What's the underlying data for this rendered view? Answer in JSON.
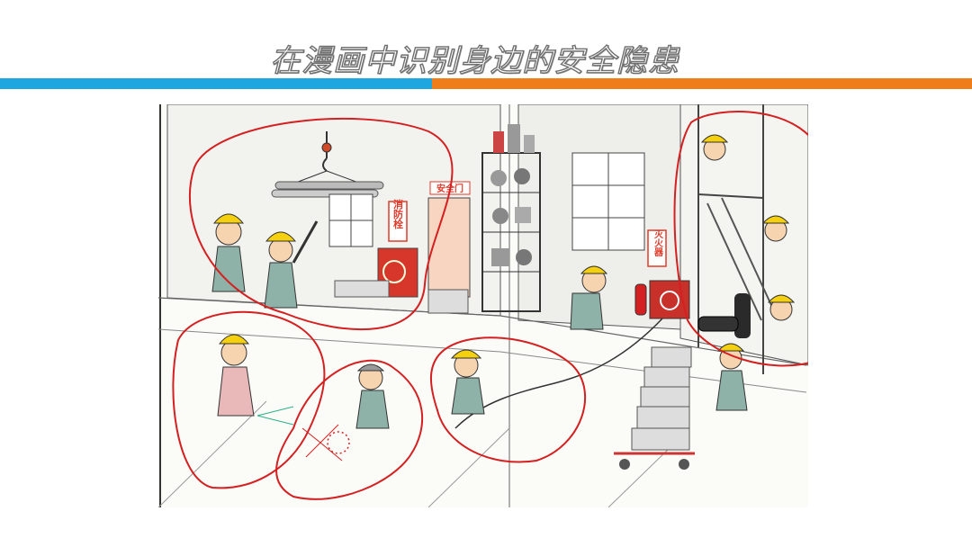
{
  "slide": {
    "title": "在漫画中识别身边的安全隐患"
  },
  "colors": {
    "bar_left": "#1ea6e0",
    "bar_right": "#ef7d1a",
    "circle": "#d42020",
    "helmet": "#f5d00f",
    "sign_red": "#e03a2a"
  },
  "signs": {
    "hydrant": "消防栓",
    "safety_door": "安全门",
    "extinguisher": "灭火器"
  },
  "icons": [
    "crane-hook-icon",
    "fire-extinguisher-icon",
    "gas-cylinder-icon"
  ]
}
